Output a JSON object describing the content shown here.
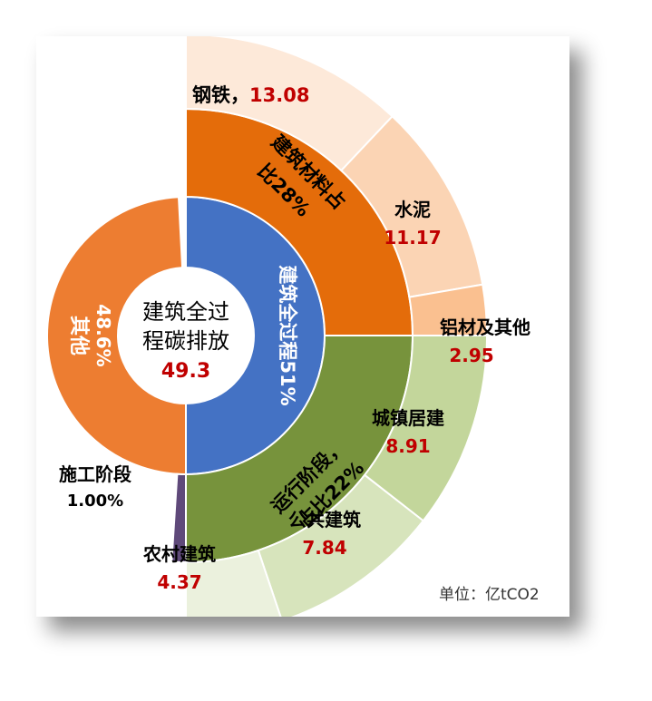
{
  "chart_data": {
    "type": "sunburst",
    "unit": "单位：亿tCO2",
    "center": {
      "line1": "建筑全过",
      "line2": "程碳排放",
      "value": "49.3"
    },
    "inner_ring": [
      {
        "name": "建筑全过程51%",
        "percent": 51,
        "color": "#4472C4"
      },
      {
        "name": "其他 48.6%",
        "percent": 48.6,
        "color": "#ED7D31"
      }
    ],
    "middle_ring": [
      {
        "name": "建筑材料占比28%",
        "percent": 28,
        "color": "#E46C0A"
      },
      {
        "name": "运行阶段，占比22%",
        "percent": 22,
        "color": "#77933C"
      },
      {
        "name": "施工阶段",
        "percent": 1.0,
        "label": "施工阶段",
        "value_label": "1.00%",
        "color": "#5F497A"
      }
    ],
    "outer_ring": [
      {
        "name": "钢铁",
        "value": 13.08,
        "color": "#FDE9D9"
      },
      {
        "name": "水泥",
        "value": 11.17,
        "color": "#FBD4B4"
      },
      {
        "name": "铝材及其他",
        "value": 2.95,
        "color": "#FAC090"
      },
      {
        "name": "城镇居建",
        "value": 8.91,
        "color": "#C3D69B"
      },
      {
        "name": "公共建筑",
        "value": 7.84,
        "color": "#D7E4BC"
      },
      {
        "name": "农村建筑",
        "value": 4.37,
        "color": "#EBF1DD"
      }
    ],
    "colors": {
      "value_text": "#C00000",
      "label_text": "#000000"
    }
  }
}
